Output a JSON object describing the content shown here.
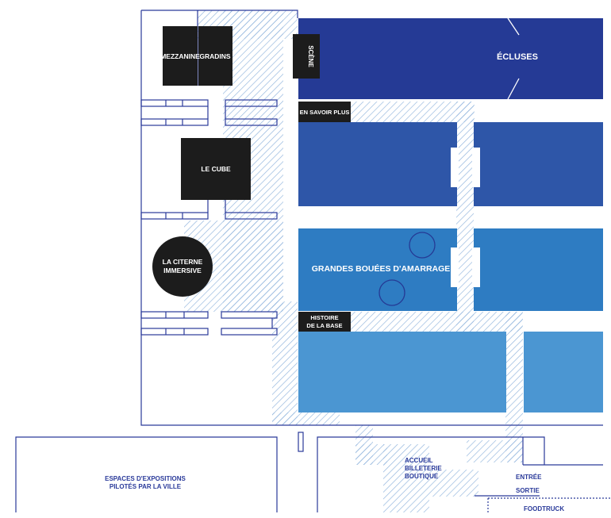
{
  "colors": {
    "outline": "#2a3a9a",
    "hatch": "#8fb3dc",
    "black_room": "#1c1c1c",
    "ecluses": "#253a95",
    "row2": "#2e56a8",
    "row3": "#2e7cc2",
    "row4": "#4b96d2",
    "white": "#ffffff"
  },
  "labels": {
    "mezzanine": "MEZZANINE",
    "gradins": "GRADINS",
    "scene": "SCÈNE",
    "ecluses": "ÉCLUSES",
    "en_savoir_plus": "EN SAVOIR PLUS",
    "le_cube": "LE CUBE",
    "citerne_line1": "LA CITERNE",
    "citerne_line2": "IMMERSIVE",
    "grandes_bouees": "GRANDES BOUÉES D'AMARRAGE",
    "histoire_line1": "HISTOIRE",
    "histoire_line2": "DE LA BASE",
    "expo_line1": "ESPACES D'EXPOSITIONS",
    "expo_line2": "PILOTÉS PAR LA VILLE",
    "accueil_line1": "ACCUEIL",
    "accueil_line2": "BILLETERIE",
    "accueil_line3": "BOUTIQUE",
    "entree": "ENTRÉE",
    "sortie": "SORTIE",
    "foodtruck": "FOODTRUCK"
  }
}
